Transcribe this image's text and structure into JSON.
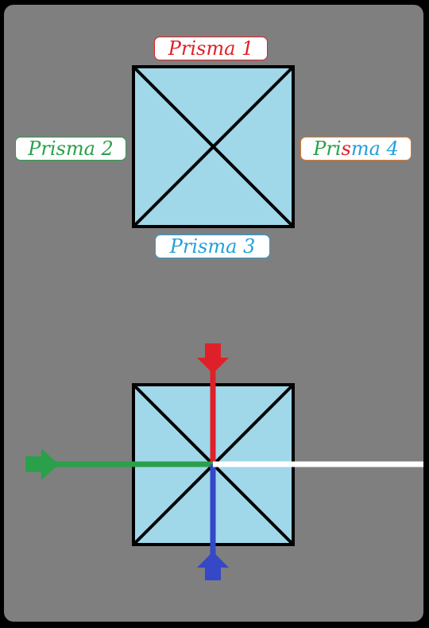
{
  "colors": {
    "background": "#7f7f7f",
    "prism_fill": "#a0d8ea",
    "prism_edge": "#000000",
    "red": "#e02028",
    "green": "#2aa04a",
    "blue": "#3448c8",
    "white": "#ffffff",
    "orange": "#e07a2a",
    "cyan": "#25a0d8"
  },
  "labels": {
    "prism1": "Prisma 1",
    "prism2": "Prisma 2",
    "prism3": "Prisma 3",
    "prism4_parts": [
      "Pri",
      "s",
      "ma 4"
    ]
  },
  "beams": [
    {
      "name": "red-beam",
      "color": "red",
      "direction": "down",
      "arrow": true
    },
    {
      "name": "green-beam",
      "color": "green",
      "direction": "right",
      "arrow": true
    },
    {
      "name": "blue-beam",
      "color": "blue",
      "direction": "up",
      "arrow": true
    },
    {
      "name": "white-beam",
      "color": "white",
      "direction": "right",
      "arrow": false
    }
  ]
}
